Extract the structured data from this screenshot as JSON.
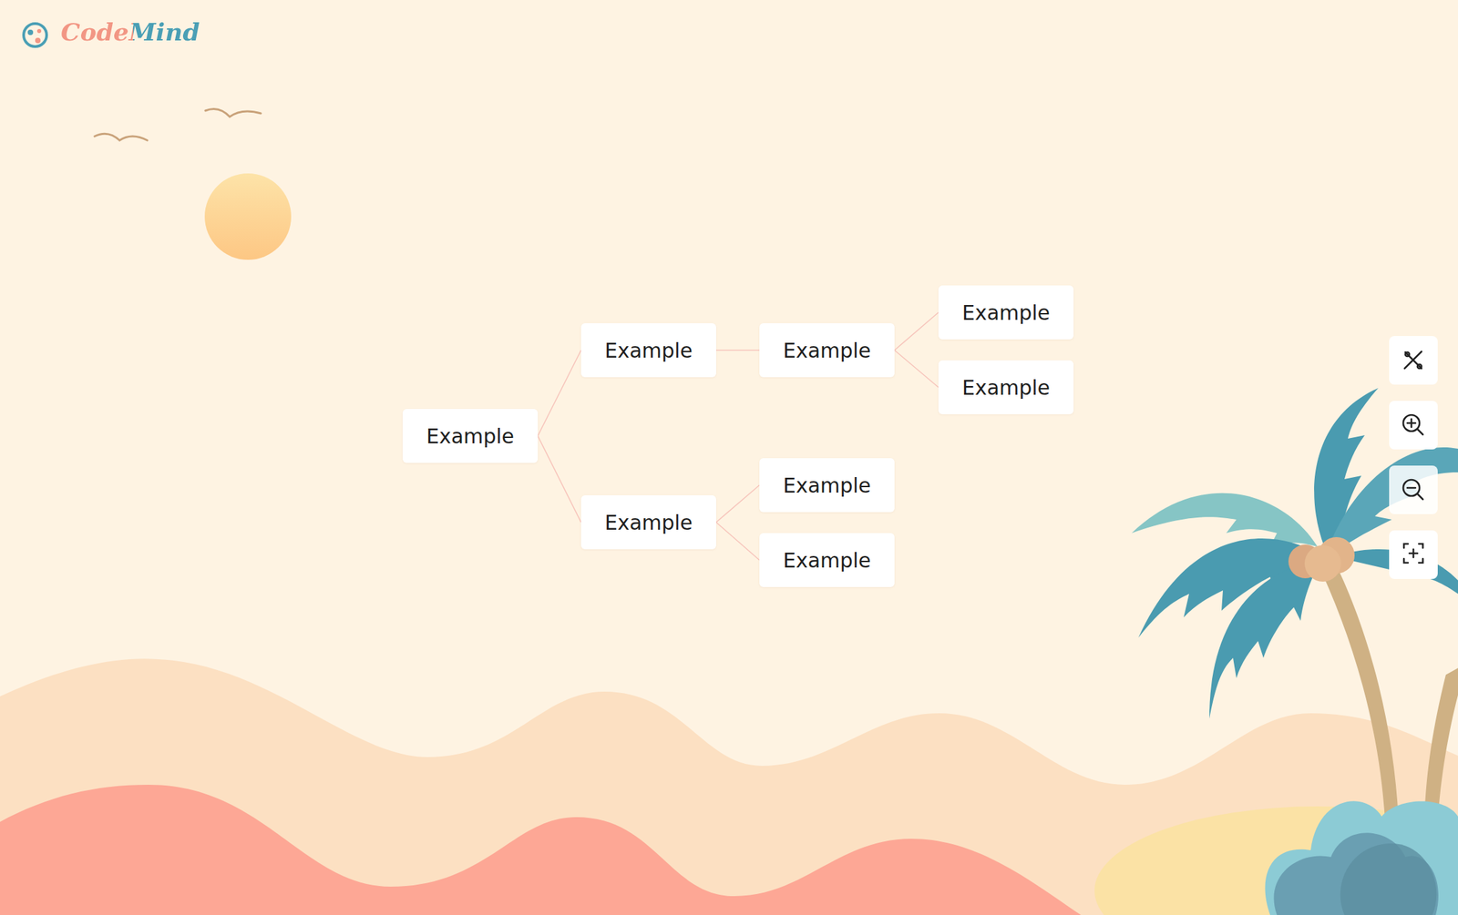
{
  "diagram": {
    "nodes": [
      {
        "text": [
          "Example"
        ]
      },
      {
        "text": [
          "Example"
        ]
      },
      {
        "text": [
          "Example"
        ]
      },
      {
        "text": [
          "Example"
        ]
      },
      {
        "text": [
          "Example"
        ]
      },
      {
        "text": [
          "Example"
        ]
      },
      {
        "text": [
          "Example"
        ]
      },
      {
        "text": [
          "Example"
        ]
      }
    ],
    "edges": [
      {
        "from": 0,
        "to": 1,
        "arrow": "none"
      },
      {
        "from": 1,
        "to": 2,
        "arrow": "none"
      },
      {
        "from": 2,
        "to": 3,
        "arrow": "none"
      },
      {
        "from": 2,
        "to": 4,
        "arrow": "none"
      },
      {
        "from": 0,
        "to": 5,
        "arrow": "none"
      },
      {
        "from": 5,
        "to": 6,
        "arrow": "none"
      },
      {
        "from": 5,
        "to": 7,
        "arrow": "none"
      }
    ],
    "labels": [
      "CodeMind"
    ]
  }
}
